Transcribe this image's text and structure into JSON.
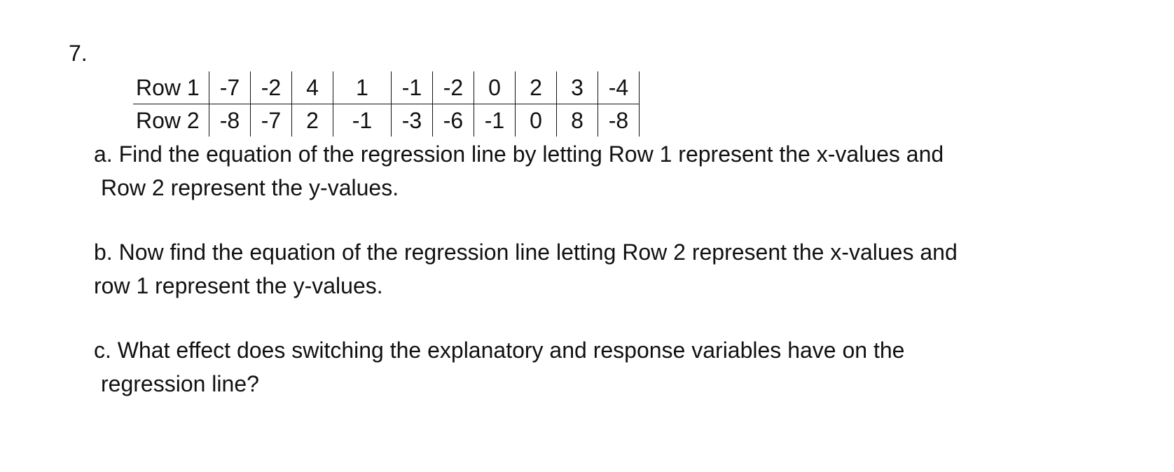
{
  "problem": {
    "number": "7."
  },
  "table": {
    "rows": [
      {
        "label": "Row 1",
        "values": [
          "-7",
          "-2",
          "4",
          "1",
          "-1",
          "-2",
          "0",
          "2",
          "3",
          "-4"
        ]
      },
      {
        "label": "Row 2",
        "values": [
          "-8",
          "-7",
          "2",
          "-1",
          "-3",
          "-6",
          "-1",
          "0",
          "8",
          "-8"
        ]
      }
    ]
  },
  "questions": {
    "a": {
      "line1": "a. Find the equation of the regression line by letting Row 1 represent the x-values and",
      "line2": "Row 2 represent the y-values."
    },
    "b": {
      "line1": "b.  Now find the equation of the regression line letting Row 2 represent the x-values and",
      "line2": "row 1 represent the y-values."
    },
    "c": {
      "line1": "c. What effect does switching the explanatory and response variables have on the",
      "line2": "regression line?"
    }
  }
}
